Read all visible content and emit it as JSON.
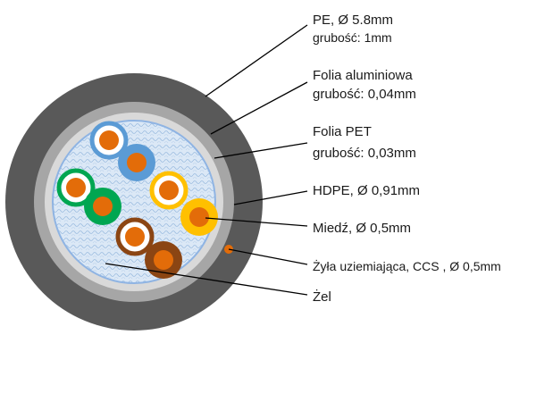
{
  "colors": {
    "outer_sheath": "#595959",
    "aluminium_foil": "#a6a6a6",
    "pet_foil": "#d9d9d9",
    "pet_rim": "#8fb4e3",
    "gel": "#dbe8f6",
    "copper": "#e36c09",
    "pair_blue": "#5b9bd5",
    "pair_green": "#00a651",
    "pair_orange": "#ffc000",
    "pair_brown": "#8b4513"
  },
  "labels": {
    "pe_line1": "PE,  Ø 5.8mm",
    "pe_line2": "grubość: 1mm",
    "al_line1": "Folia aluminiowa",
    "al_line2": "grubość: 0,04mm",
    "pet_line1": "Folia PET",
    "pet_line2": "grubość: 0,03mm",
    "hdpe": "HDPE, Ø 0,91mm",
    "copper": "Miedź, Ø 0,5mm",
    "ground_wire": "Żyła uziemiająca, CCS , Ø 0,5mm",
    "gel": "Żel"
  }
}
